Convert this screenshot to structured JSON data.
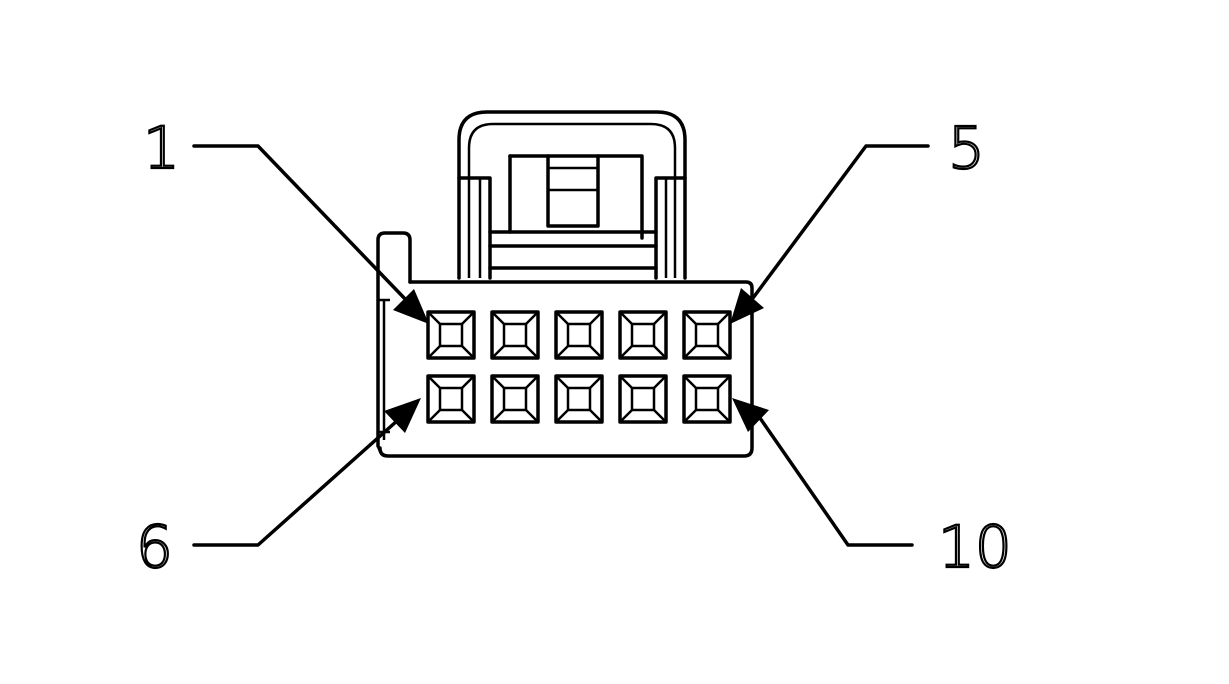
{
  "callouts": {
    "pin_1": "1",
    "pin_5": "5",
    "pin_6": "6",
    "pin_10": "10"
  },
  "connector": {
    "pin_rows": 2,
    "pins_per_row": 5
  }
}
